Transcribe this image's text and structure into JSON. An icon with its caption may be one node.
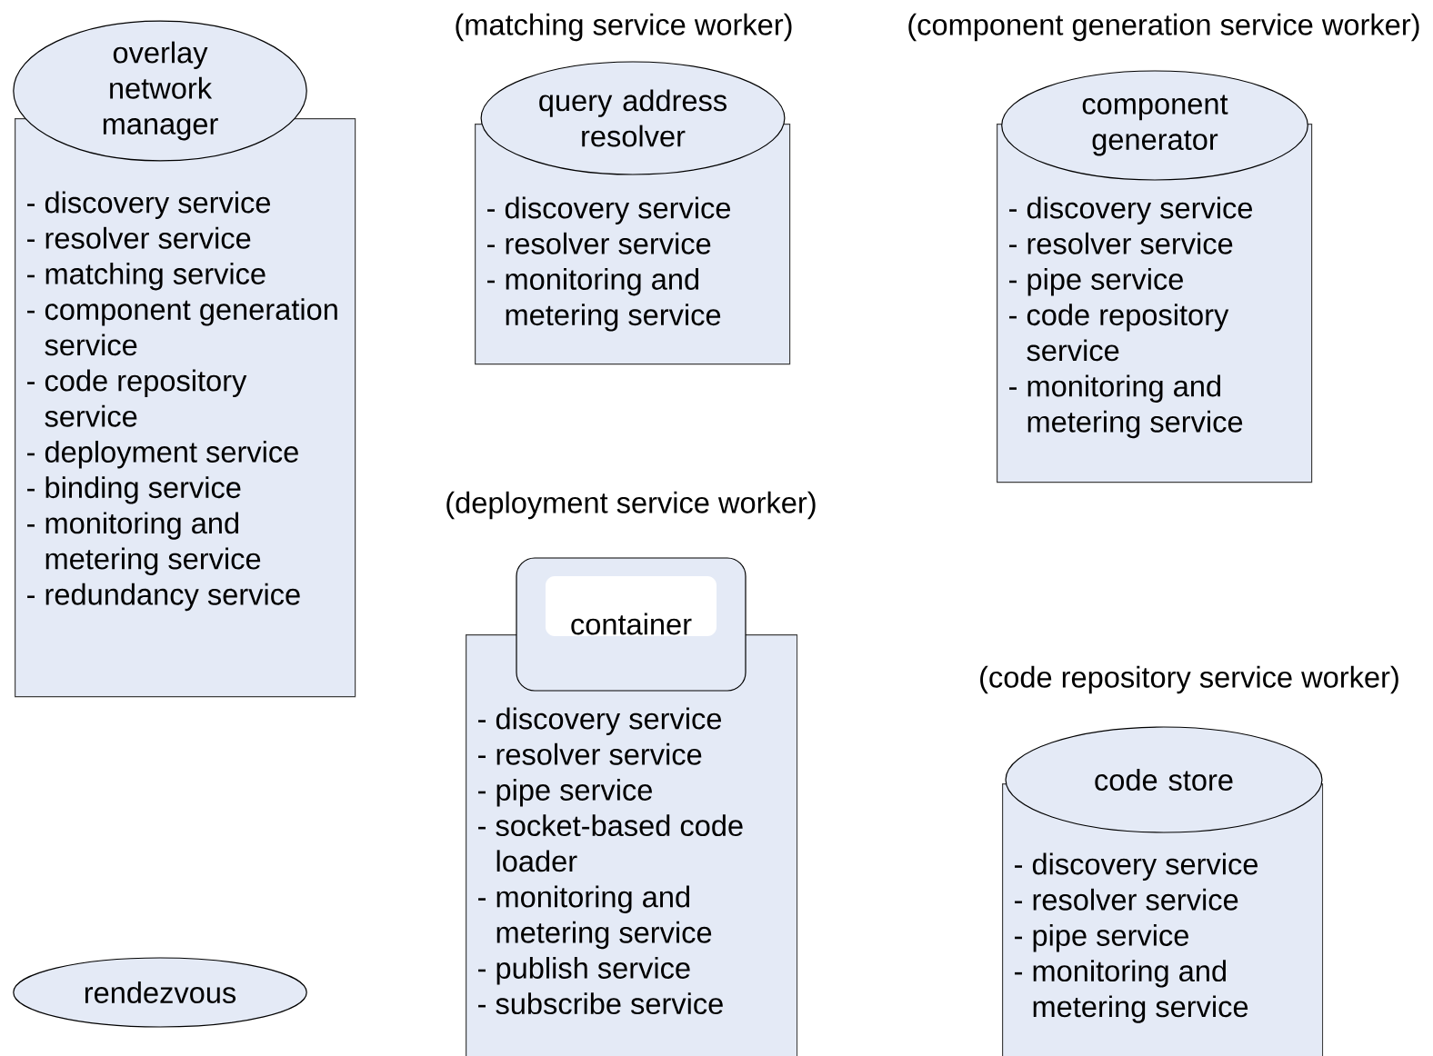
{
  "diagram": {
    "nodes": [
      {
        "text": [
          "overlay network manager"
        ]
      },
      {
        "text": [
          "- discovery service",
          "- resolver service",
          "- matching service",
          "- component generation service",
          "- code repository service",
          "- deployment service",
          "- binding service",
          "- monitoring and metering service",
          "- redundancy service"
        ]
      },
      {
        "text": [
          "query address resolver"
        ],
        "beside": [
          "(matching service worker)"
        ]
      },
      {
        "text": [
          "- discovery service",
          "- resolver service",
          "- monitoring and metering service"
        ]
      },
      {
        "text": [
          "component generator"
        ],
        "beside": [
          "(component generation service worker)"
        ]
      },
      {
        "text": [
          "- discovery service",
          "- resolver service",
          "- pipe service",
          "- code repository service",
          "- monitoring and metering service"
        ]
      },
      {
        "text": [
          "container"
        ],
        "beside": [
          "(deployment service worker)"
        ]
      },
      {
        "text": [
          "- discovery service",
          "- resolver service",
          "- pipe service",
          "- socket-based code loader",
          "- monitoring and metering service",
          "- publish service",
          "- subscribe service"
        ]
      },
      {
        "text": [
          "code store"
        ],
        "beside": [
          "(code repository service worker)"
        ]
      },
      {
        "text": [
          "- discovery service",
          "- resolver service",
          "- pipe service",
          "- monitoring and metering service"
        ]
      },
      {
        "text": [
          "rendezvous"
        ]
      }
    ]
  }
}
